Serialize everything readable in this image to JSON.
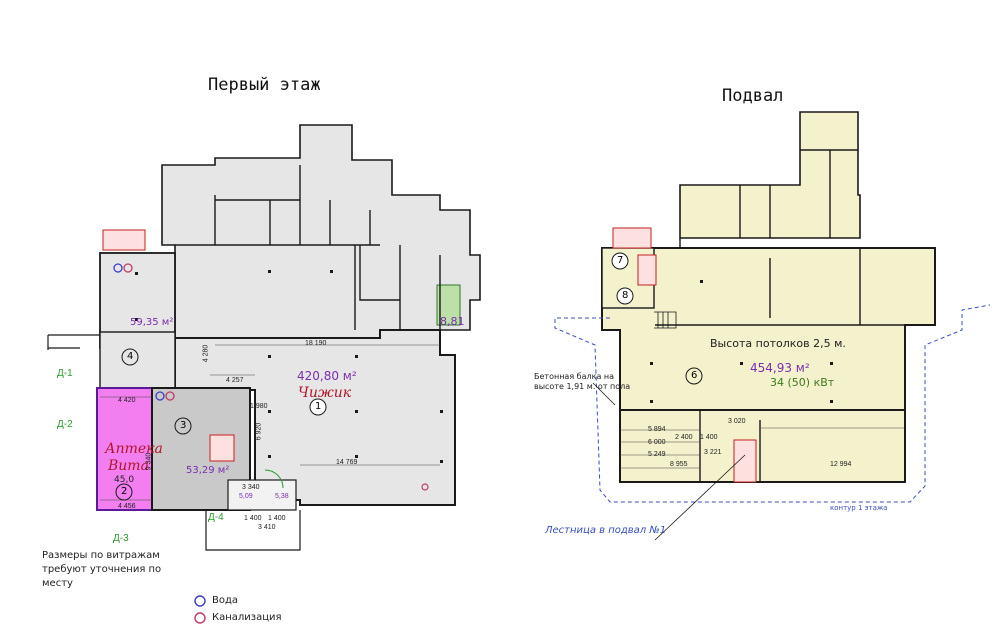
{
  "titles": {
    "ground_floor": "Первый этаж",
    "basement": "Подвал"
  },
  "ground_floor": {
    "rooms": {
      "r1": {
        "num": "1",
        "area": "420,80 м²",
        "name": "Чижик"
      },
      "r2": {
        "num": "2",
        "name_line1": "Аптека",
        "name_line2": "Вита",
        "area": "45,0"
      },
      "r3": {
        "num": "3",
        "area": "53,29 м²"
      },
      "r4": {
        "num": "4",
        "area": "59,35 м²"
      },
      "small": {
        "area": "8,81"
      }
    },
    "dimensions": [
      "18 190",
      "14 769",
      "4 257",
      "4 280",
      "4 420",
      "4 456",
      "9 340",
      "6 920",
      "1 980",
      "3 410",
      "3 340",
      "1 400",
      "1 400",
      "5,09",
      "5,38"
    ],
    "door_labels": [
      "Д-1",
      "Д-2",
      "Д-3",
      "Д-4"
    ],
    "note_line1": "Размеры по витражам",
    "note_line2": "требуют уточнения по",
    "note_line3": "месту"
  },
  "basement": {
    "rooms": {
      "r6": {
        "num": "6",
        "ceiling": "Высота потолков 2,5 м.",
        "area": "454,93 м²",
        "power": "34 (50) кВт"
      },
      "r7": {
        "num": "7"
      },
      "r8": {
        "num": "8"
      }
    },
    "beam_note_line1": "Бетонная балка на",
    "beam_note_line2": "высоте 1,91 м. от пола",
    "stairs_label": "Лестница в подвал №1",
    "contour_label": "контур 1 этажа",
    "dimensions": [
      "5 894",
      "6 000",
      "5 249",
      "8 955",
      "3 020",
      "3 221",
      "12 994",
      "1 400",
      "2 400"
    ]
  },
  "legend": {
    "water": {
      "label": "Вода",
      "color": "#3a3fc0"
    },
    "sewer": {
      "label": "Канализация",
      "color": "#c03a6a"
    }
  },
  "colors": {
    "wall": "#1a1a1a",
    "ground_floor_fill": "#e6e6e6",
    "basement_fill": "#f3f2cd",
    "pharmacy_fill": "#f37ef0",
    "room3_fill": "#c9c9c9",
    "green_room": "#bde0a8"
  }
}
